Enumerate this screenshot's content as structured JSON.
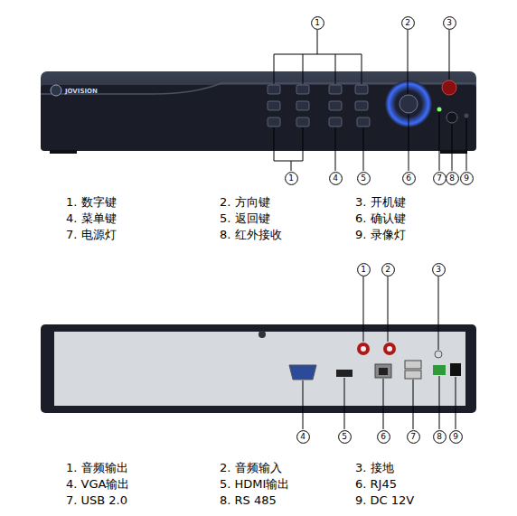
{
  "diagram": {
    "nodes": [
      {
        "text": [
          "1"
        ]
      },
      {
        "text": [
          "2"
        ]
      },
      {
        "text": [
          "3"
        ]
      },
      {
        "text": [
          "1"
        ]
      },
      {
        "text": [
          "4"
        ]
      },
      {
        "text": [
          "5"
        ]
      },
      {
        "text": [
          "6"
        ]
      },
      {
        "text": [
          "7"
        ]
      },
      {
        "text": [
          "8"
        ]
      },
      {
        "text": [
          "9"
        ]
      },
      {
        "text": [
          "1"
        ]
      },
      {
        "text": [
          "2"
        ]
      },
      {
        "text": [
          "3"
        ]
      },
      {
        "text": [
          "4"
        ]
      },
      {
        "text": [
          "5"
        ]
      },
      {
        "text": [
          "6"
        ]
      },
      {
        "text": [
          "7"
        ]
      },
      {
        "text": [
          "8"
        ]
      },
      {
        "text": [
          "9"
        ]
      }
    ],
    "labels": [
      "JOVISION",
      "1. 数字键",
      "2. 方向键",
      "3. 开机键",
      "4. 菜单键",
      "5. 返回键",
      "6. 确认键",
      "7. 电源灯",
      "8. 红外接收",
      "9. 录像灯",
      "1. 音频输出",
      "2. 音频输入",
      "3. 接地",
      "4. VGA输出",
      "5. HDMI输出",
      "6. RJ45",
      "7. USB 2.0",
      "8. RS 485",
      "9. DC 12V"
    ]
  }
}
